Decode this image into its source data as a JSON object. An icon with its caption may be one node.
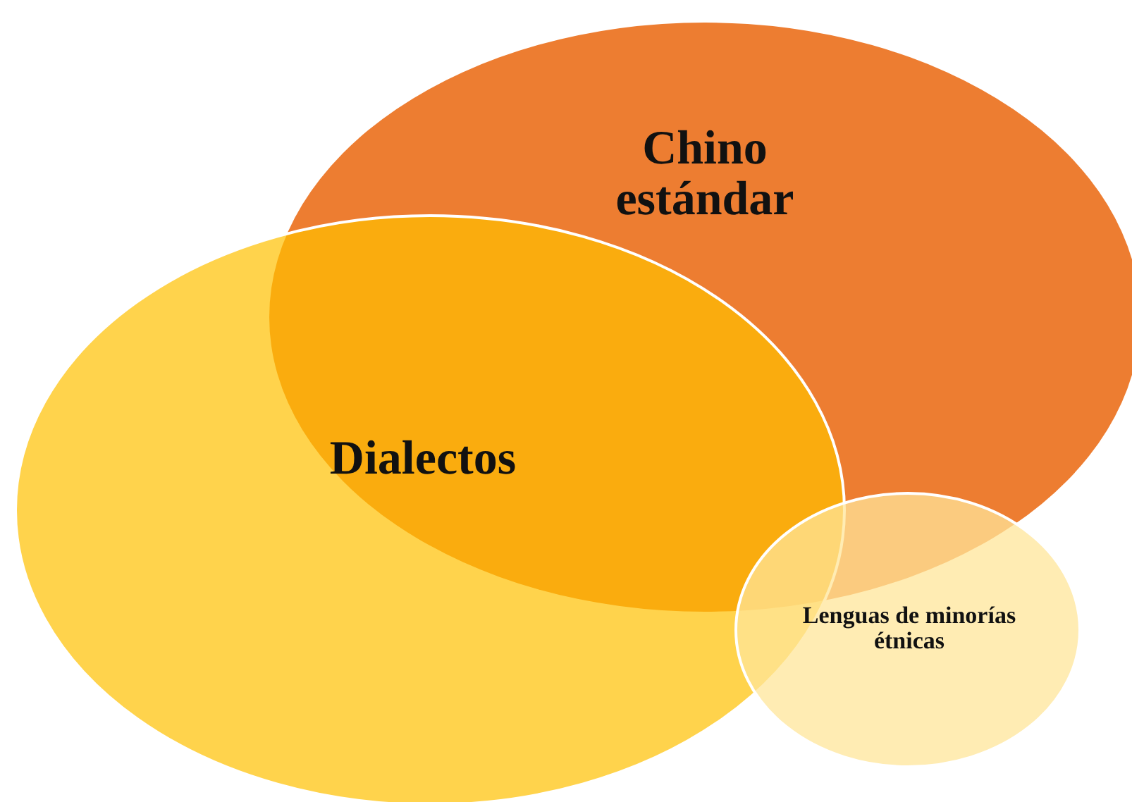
{
  "diagram": {
    "nodes": [
      {
        "text": [
          "Chino estándar"
        ]
      },
      {
        "text": [
          "Dialectos"
        ]
      },
      {
        "text": [
          "Lenguas de minorías étnicas"
        ]
      }
    ]
  }
}
